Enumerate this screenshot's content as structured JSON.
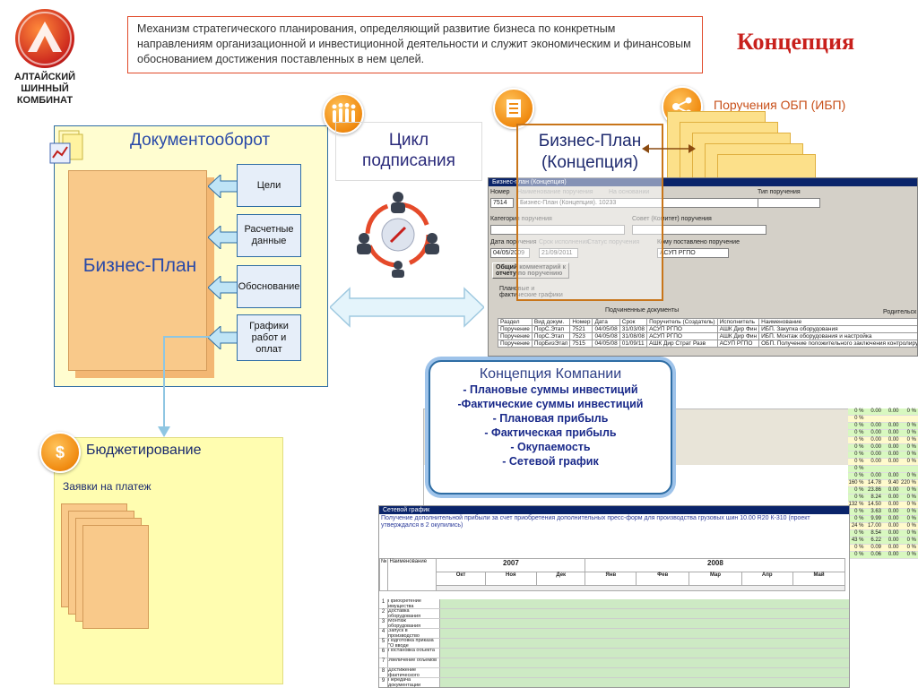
{
  "logo": {
    "line1": "АЛТАЙСКИЙ",
    "line2": "ШИННЫЙ",
    "line3": "КОМБИНАТ"
  },
  "description": "Механизм стратегического планирования, определяющий развитие бизнеса по конкретным направлениям организационной и инвестиционной деятельности и служит экономическим и финансовым обоснованием достижения поставленных в нем целей.",
  "page_title": "Концепция",
  "doc_flow": {
    "title": "Документооборот",
    "plan_label": "Бизнес-План",
    "tags": [
      "Цели",
      "Расчетные данные",
      "Обоснование",
      "Графики работ и оплат"
    ]
  },
  "cycle": {
    "line1": "Цикл",
    "line2": "подписания"
  },
  "business_plan": {
    "line1": "Бизнес-План",
    "line2": "(Концепция)"
  },
  "orders_title": "Поручения ОБП (ИБП)",
  "form": {
    "window_title": "Бизнес-план (Концепция)",
    "number_label": "Номер",
    "number_value": "7514",
    "name_label": "Наименование поручения",
    "name_value": "Бизнес-План (Концепция). 10233",
    "basis_label": "На основании",
    "type_label": "Тип поручения",
    "category_label": "Категория поручения",
    "council_label": "Совет (Комитет) поручения",
    "date_label": "Дата поручения",
    "date_value": "04/05/2009",
    "due_label": "Срок исполнения",
    "due_value": "21/09/2011",
    "status_label": "Статус поручения",
    "assigner_label": "Кому поставлено поручение",
    "assigner_value": "АСУП РГПО",
    "comment_button": "Общий комментарий к отчету по поручению",
    "plan_fact": "Плановые и фактические графики",
    "sub_docs": "Подчиненные документы",
    "parents": "Родительск",
    "columns": [
      "Раздел",
      "Вид докум.",
      "Номер",
      "Дата",
      "Срок",
      "Поручитель (Создатель)",
      "Исполнитель",
      "Наименование"
    ],
    "rows": [
      [
        "Поручение",
        "ПорС.Этап",
        "7521",
        "04/05/08",
        "31/03/08",
        "АСУП РГПО",
        "АШК Дир Фин",
        "ИБП. Закупка оборудования"
      ],
      [
        "Поручение",
        "ПорС.Этап",
        "7523",
        "04/05/08",
        "31/08/08",
        "АСУП РГПО",
        "АШК Дир Фин",
        "ИБП. Монтаж оборудования и настройка"
      ],
      [
        "Поручение",
        "ПорБизЭтап",
        "7515",
        "04/05/08",
        "01/09/11",
        "АШК Дир Страт Разв",
        "АСУП РГПО",
        "ОБП. Получение положительного заключения контролирующего ор"
      ]
    ]
  },
  "concept": {
    "title": "Концепция Компании",
    "items": [
      "- Плановые суммы инвестиций",
      "-Фактические суммы инвестиций",
      "- Плановая прибыль",
      "- Фактическая прибыль",
      "- Окупаемость",
      "- Сетевой график"
    ]
  },
  "budget": {
    "title": "Бюджетирование",
    "subtitle": "Заявки на платеж"
  },
  "network": {
    "window_title": "Сетевой график",
    "description": "Получение дополнительной прибыли за счет приобретения дополнительных пресс-форм для производства грузовых шин 10.00 R20 К-310 (проект утверждался в 2 окупились)",
    "no_label": "№",
    "name_label": "Наименование",
    "year1": "2007",
    "year2": "2008",
    "months": [
      "Окт",
      "Ноя",
      "Дек",
      "Янв",
      "Фев",
      "Мар",
      "Апр",
      "Май"
    ],
    "tasks": [
      "Приобретение имущества",
      "Доставка оборудования",
      "Монтаж оборудования",
      "Запуск в производство",
      "Подготовка приказа \"О вводе",
      "Постановка объекта",
      "Увеличение объемов",
      "Достижение фактического",
      "Передача документации"
    ]
  },
  "fin_right": {
    "rows": [
      [
        "0 %",
        "0.00",
        "0.00",
        "0 %"
      ],
      [
        "0 %",
        "",
        "",
        ""
      ],
      [
        "0 %",
        "0.00",
        "0.00",
        "0 %"
      ],
      [
        "0 %",
        "0.00",
        "0.00",
        "0 %"
      ],
      [
        "0 %",
        "0.00",
        "0.00",
        "0 %"
      ],
      [
        "0 %",
        "0.00",
        "0.00",
        "0 %"
      ],
      [
        "0 %",
        "0.00",
        "0.00",
        "0 %"
      ],
      [
        "0 %",
        "0.00",
        "0.00",
        "0 %"
      ],
      [
        "0 %",
        "",
        "",
        ""
      ],
      [
        "0 %",
        "0.00",
        "0.00",
        "0 %"
      ],
      [
        "160 %",
        "14.78",
        "9.40",
        "220 %"
      ],
      [
        "0 %",
        "23.86",
        "0.00",
        "0 %"
      ],
      [
        "0 %",
        "8.24",
        "0.00",
        "0 %"
      ],
      [
        "132 %",
        "14.50",
        "0.00",
        "0 %"
      ],
      [
        "0 %",
        "3.63",
        "0.00",
        "0 %"
      ],
      [
        "0 %",
        "9.99",
        "0.00",
        "0 %"
      ],
      [
        "24 %",
        "17.00",
        "0.00",
        "0 %"
      ],
      [
        "0 %",
        "8.54",
        "0.00",
        "0 %"
      ],
      [
        "43 %",
        "6.22",
        "0.00",
        "0 %"
      ],
      [
        "0 %",
        "0.09",
        "0.00",
        "0 %"
      ],
      [
        "0 %",
        "0.06",
        "0.00",
        "0 %"
      ]
    ]
  }
}
